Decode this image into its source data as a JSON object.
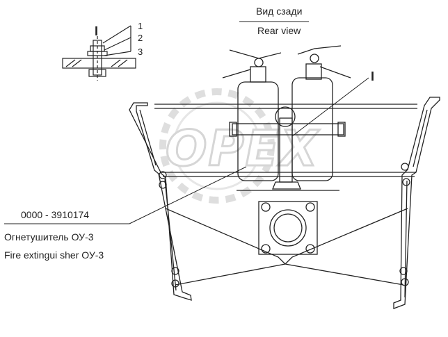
{
  "view_title_ru": "Вид сзади",
  "view_title_en": "Rear view",
  "detail_marker": "I",
  "detail_marker_main": "I",
  "callouts": [
    "1",
    "2",
    "3"
  ],
  "part_number": "0000 - 3910174",
  "part_name_ru": "Огнетушитель ОУ-3",
  "part_name_en": "Fire extingui sher ОУ-3",
  "watermark": "OPEX",
  "colors": {
    "line": "#222222",
    "watermark": "#d6d6d6"
  }
}
